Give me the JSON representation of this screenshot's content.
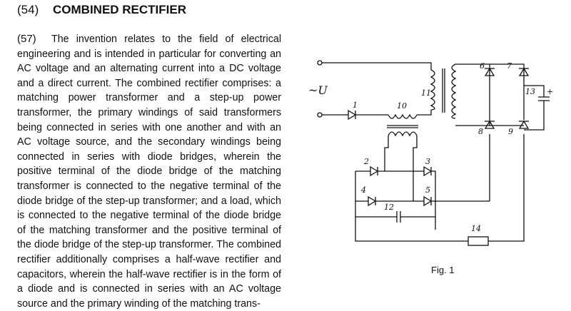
{
  "header": {
    "number": "(54)",
    "title": "COMBINED RECTIFIER"
  },
  "abstract": {
    "number": "(57)",
    "text": "The invention relates to the field of electrical engineering and is intended in particular for converting an AC voltage and an alternating current into a DC voltage and a direct current. The combined rectifier comprises: a matching power transformer and a step-up power transformer, the primary windings of said transformers being connected in series with one another and with an AC voltage source, and the secondary windings being connected in series with diode bridges, wherein the positive terminal of the diode bridge of the matching transformer is connected to the negative terminal of the diode bridge of the step-up transformer; and a load, which is connected to the negative terminal of the diode bridge of the matching transformer and the positive terminal of the diode bridge of the step-up transformer. The combined rectifier additionally comprises a half-wave rectifier and capacitors, wherein the half-wave rectifier is in the form of a diode and is connected in series with an AC voltage source and the primary winding of the matching trans-"
  },
  "figure": {
    "source_label": "~U",
    "component_labels": [
      "1",
      "2",
      "3",
      "4",
      "5",
      "6",
      "7",
      "8",
      "9",
      "10",
      "11",
      "12",
      "13",
      "14"
    ],
    "polarity_mark": "+",
    "caption": "Fig. 1"
  }
}
